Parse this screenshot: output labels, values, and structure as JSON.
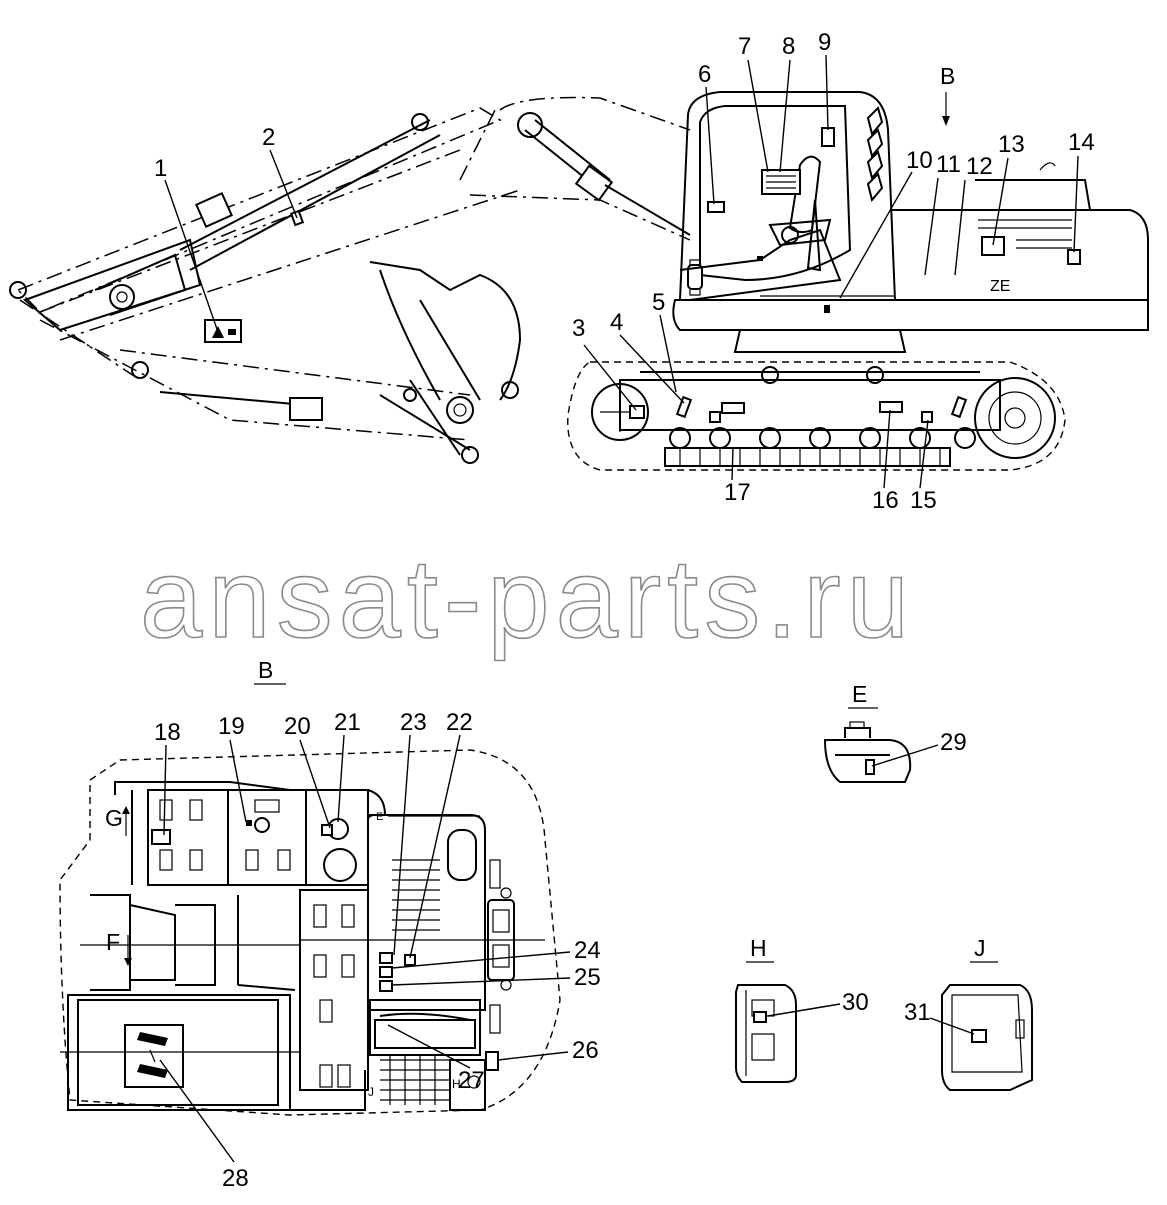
{
  "callouts": [
    "1",
    "2",
    "3",
    "4",
    "5",
    "6",
    "7",
    "8",
    "9",
    "10",
    "11",
    "12",
    "13",
    "14",
    "15",
    "16",
    "17",
    "18",
    "19",
    "20",
    "21",
    "22",
    "23",
    "24",
    "25",
    "26",
    "27",
    "28",
    "29",
    "30",
    "31"
  ],
  "views": {
    "b_arrow": "B",
    "b_title": "B",
    "e_title": "E",
    "h_title": "H",
    "j_title": "J"
  },
  "marks": {
    "ze": "ZE",
    "g": "G",
    "f": "F",
    "e_small": "E",
    "h_small": "H",
    "j_small": "J"
  },
  "watermark": "ansat-parts.ru"
}
